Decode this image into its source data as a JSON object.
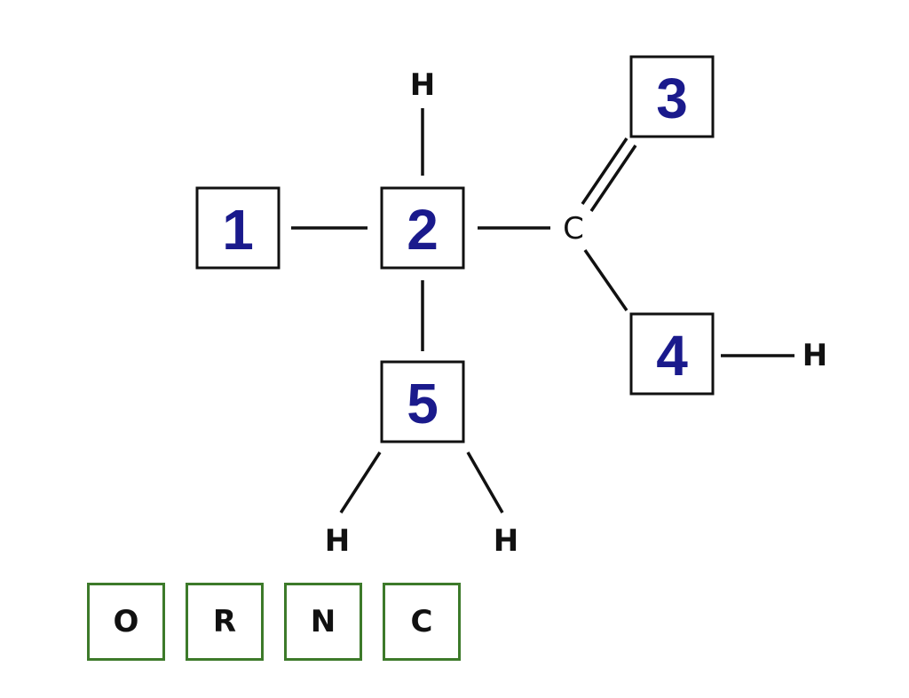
{
  "diagram": {
    "slots": [
      {
        "id": "slot-1",
        "label": "1"
      },
      {
        "id": "slot-2",
        "label": "2"
      },
      {
        "id": "slot-3",
        "label": "3"
      },
      {
        "id": "slot-4",
        "label": "4"
      },
      {
        "id": "slot-5",
        "label": "5"
      }
    ],
    "atoms": {
      "h_top": "H",
      "carbon": "C",
      "h_right": "H",
      "h_bottom_left": "H",
      "h_bottom_right": "H"
    }
  },
  "answer_tiles": [
    "O",
    "R",
    "N",
    "C"
  ],
  "colors": {
    "slot_number": "#1a1a8c",
    "tile_border": "#3d7a2a",
    "bond": "#111111"
  }
}
